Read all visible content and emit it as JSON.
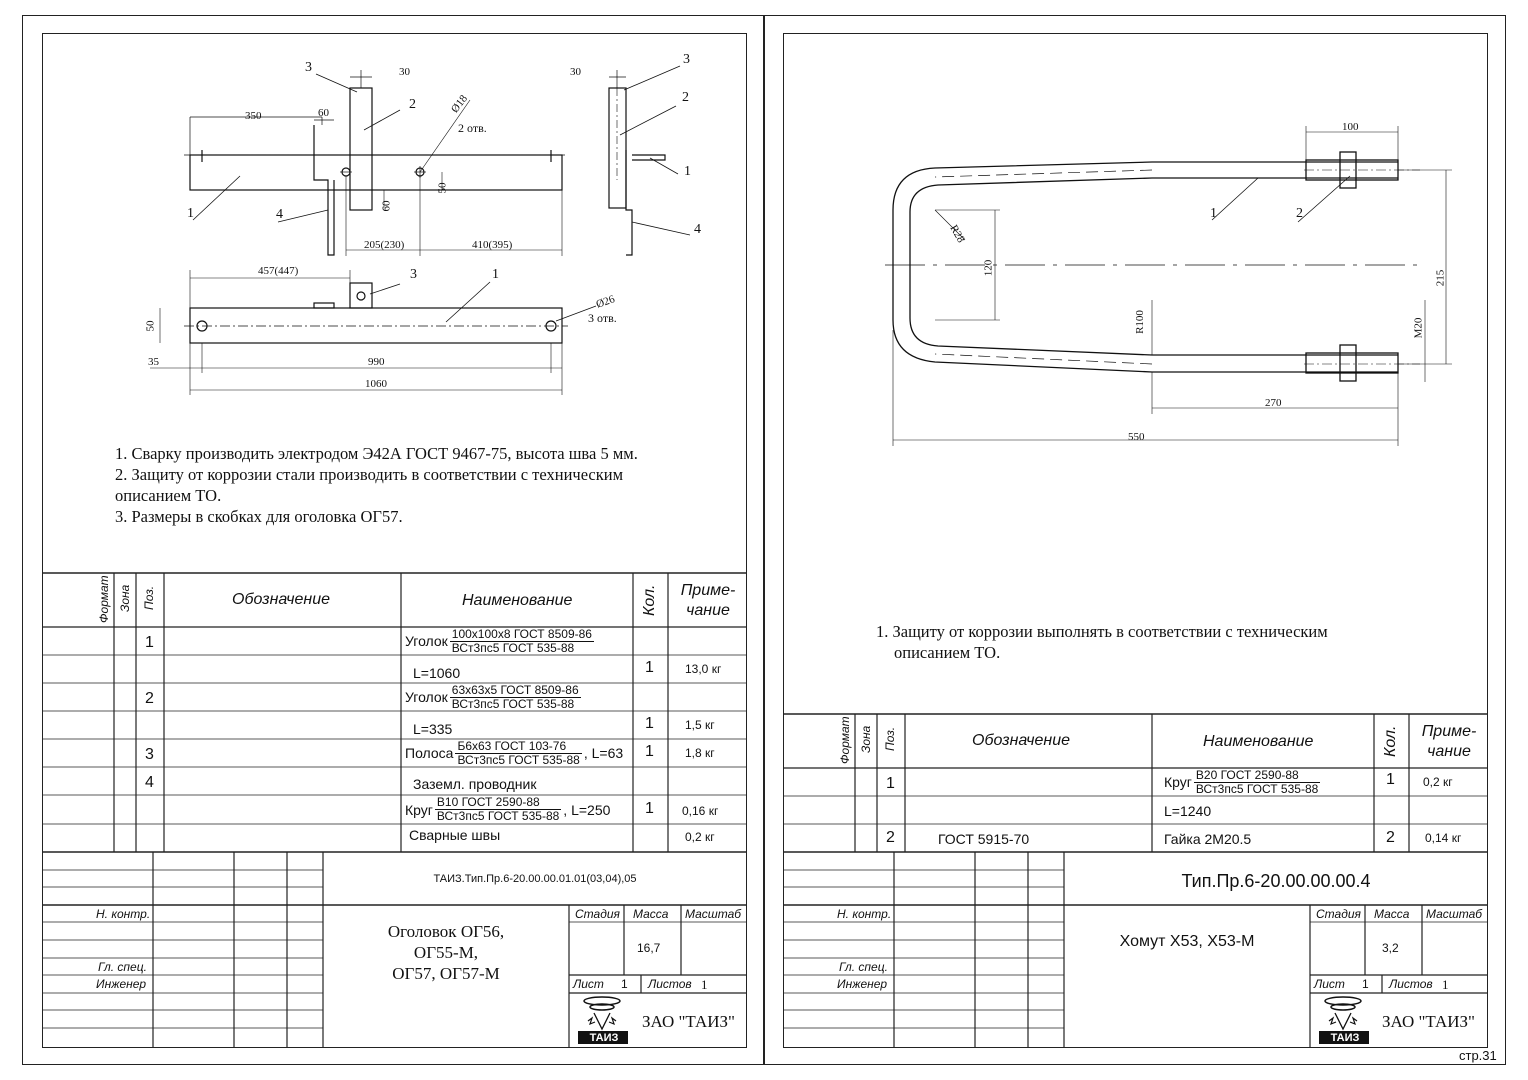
{
  "page_number": "стр.31",
  "left": {
    "dims": {
      "d30a": "30",
      "d350": "350",
      "d60a": "60",
      "d18": "Ø18",
      "holes2": "2 отв.",
      "d50a": "50",
      "d60b": "60",
      "d205": "205(230)",
      "d410": "410(395)",
      "d30b": "30",
      "d457": "457(447)",
      "d50b": "50",
      "d26": "Ø26",
      "holes3": "3 отв.",
      "d35": "35",
      "d990": "990",
      "d1060": "1060"
    },
    "labels": {
      "p1a": "1",
      "p2a": "2",
      "p3a": "3",
      "p4a": "4",
      "p1b": "1",
      "p2b": "2",
      "p3b": "3",
      "p4b": "4",
      "p1c": "1",
      "p3c": "3"
    },
    "notes": [
      "1. Сварку производить электродом Э42А ГОСТ 9467-75, высота шва 5 мм.",
      "2. Защиту от коррозии стали производить в соответствии с техническим",
      "описанием ТО.",
      "3. Размеры в скобках для оголовка ОГ57."
    ],
    "spec_header": {
      "format": "Формат",
      "zone": "Зона",
      "pos": "Поз.",
      "designation": "Обозначение",
      "name": "Наименование",
      "qty": "Кол.",
      "note1": "Приме-",
      "note2": "чание"
    },
    "rows": {
      "r1_pos": "1",
      "r1_name": "Уголок",
      "r1_num": "100х100х8 ГОСТ 8509-86",
      "r1_den": "ВСт3пс5 ГОСТ 535-88",
      "r2_name": "L=1060",
      "r2_qty": "1",
      "r2_note": "13,0 кг",
      "r3_pos": "2",
      "r3_name": "Уголок",
      "r3_num": "63х63х5 ГОСТ 8509-86",
      "r3_den": "ВСт3пс5 ГОСТ 535-88",
      "r4_name": "L=335",
      "r4_qty": "1",
      "r4_note": "1,5 кг",
      "r5_pos": "3",
      "r5_name": "Полоса",
      "r5_num": "Б6х63 ГОСТ 103-76",
      "r5_den": "ВСт3пс5 ГОСТ 535-88",
      "r5_suffix": ", L=63",
      "r5_qty": "1",
      "r5_note": "1,8 кг",
      "r6_pos": "4",
      "r6_name": "Заземл. проводник",
      "r7_name": "Круг",
      "r7_num": "В10 ГОСТ 2590-88",
      "r7_den": "ВСт3пс5 ГОСТ 535-88",
      "r7_suffix": ", L=250",
      "r7_qty": "1",
      "r7_note": "0,16 кг",
      "r8_name": "Сварные швы",
      "r8_note": "0,2 кг"
    },
    "title": {
      "code": "ТАИЗ.Тип.Пр.6-20.00.00.01.01(03,04),05",
      "n_kontr": "Н. контр.",
      "gl_spec": "Гл. спец.",
      "engineer": "Инженер",
      "name1": "Оголовок ОГ56,",
      "name2": "ОГ55-М,",
      "name3": "ОГ57, ОГ57-М",
      "stage": "Стадия",
      "mass": "Масса",
      "scale": "Масштаб",
      "mass_val": "16,7",
      "sheet": "Лист",
      "sheet_val": "1",
      "sheets": "Листов",
      "sheets_val": "1",
      "company": "ЗАО \"ТАИЗ\"",
      "logo": "ТАИЗ"
    }
  },
  "right": {
    "dims": {
      "d100": "100",
      "d28": "R28",
      "d120": "120",
      "d215": "215",
      "d100r": "R100",
      "m20": "M20",
      "d270": "270",
      "d550": "550"
    },
    "labels": {
      "p1": "1",
      "p2": "2"
    },
    "notes": [
      "1. Защиту от коррозии выполнять в соответствии с техническим",
      "описанием ТО."
    ],
    "spec_header": {
      "format": "Формат",
      "zone": "Зона",
      "pos": "Поз.",
      "designation": "Обозначение",
      "name": "Наименование",
      "qty": "Кол.",
      "note1": "Приме-",
      "note2": "чание"
    },
    "rows": {
      "r1_pos": "1",
      "r1_name": "Круг",
      "r1_num": "В20 ГОСТ 2590-88",
      "r1_den": "ВСт3пс5 ГОСТ 535-88",
      "r1_qty": "1",
      "r1_note": "0,2 кг",
      "r2_name": "L=1240",
      "r3_pos": "2",
      "r3_desig": "ГОСТ 5915-70",
      "r3_name": "Гайка 2М20.5",
      "r3_qty": "2",
      "r3_note": "0,14 кг"
    },
    "title": {
      "code": "Тип.Пр.6-20.00.00.00.4",
      "n_kontr": "Н. контр.",
      "gl_spec": "Гл. спец.",
      "engineer": "Инженер",
      "name": "Хомут Х53, Х53-М",
      "stage": "Стадия",
      "mass": "Масса",
      "scale": "Масштаб",
      "mass_val": "3,2",
      "sheet": "Лист",
      "sheet_val": "1",
      "sheets": "Листов",
      "sheets_val": "1",
      "company": "ЗАО \"ТАИЗ\"",
      "logo": "ТАИЗ"
    }
  }
}
